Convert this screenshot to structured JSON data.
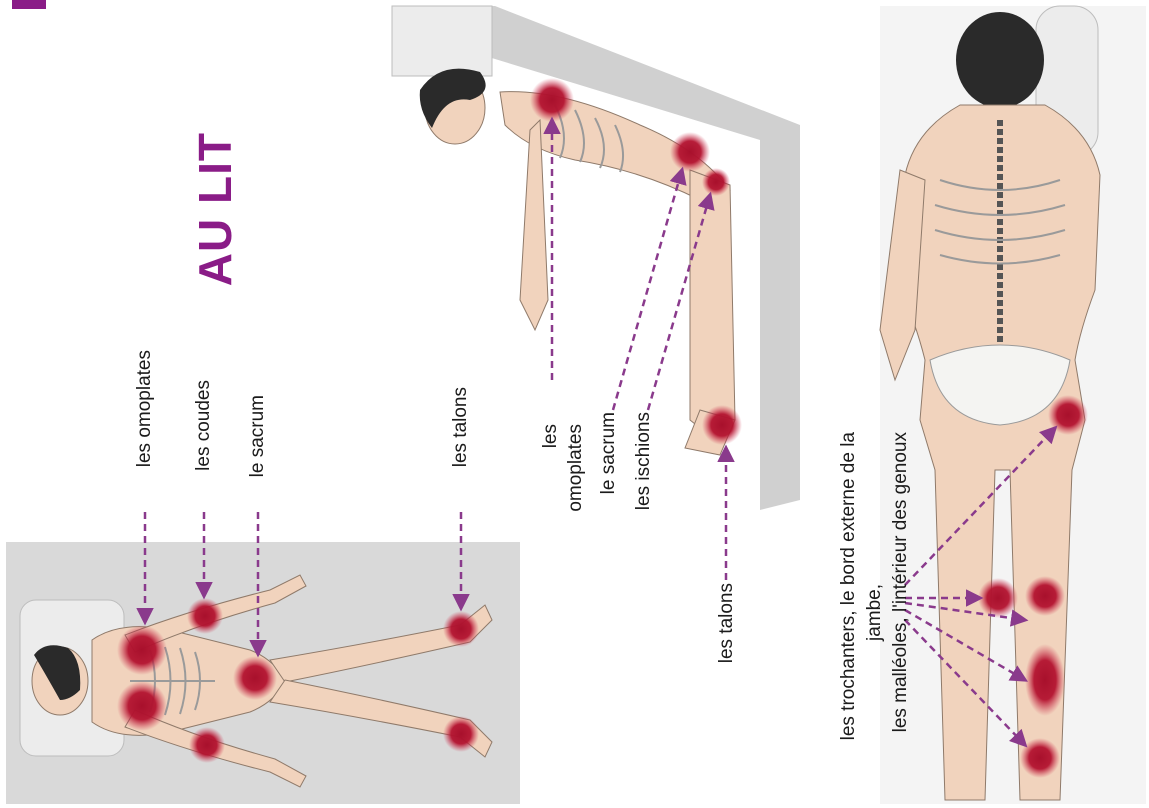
{
  "title": "AU LIT",
  "colors": {
    "accent": "#8a1c87",
    "pressure": "#a8102c",
    "skin": "#f1d3bd",
    "bone": "#f4f4f2",
    "mattress": "#d9d9d9",
    "wall": "#cfcfcf",
    "arrow": "#8a3a8c"
  },
  "supine": {
    "labels": [
      "les omoplates",
      "les coudes",
      "le sacrum",
      "les talons"
    ]
  },
  "seated": {
    "labels": [
      "les",
      "omoplates",
      "le sacrum",
      "les ischions",
      "les talons"
    ]
  },
  "side": {
    "labels": [
      "les trochanters, le bord externe de la",
      "jambe,",
      "les malléoles, l'intérieur des genoux"
    ]
  }
}
